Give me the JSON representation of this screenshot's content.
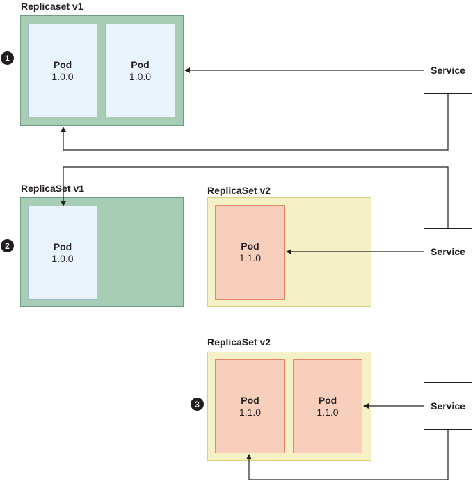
{
  "stage1": {
    "step": "1",
    "replicaset_label": "Replicaset v1",
    "pods": [
      {
        "title": "Pod",
        "version": "1.0.0"
      },
      {
        "title": "Pod",
        "version": "1.0.0"
      }
    ],
    "service": "Service"
  },
  "stage2": {
    "step": "2",
    "replicaset_v1_label": "ReplicaSet v1",
    "replicaset_v2_label": "ReplicaSet v2",
    "pod_v1": {
      "title": "Pod",
      "version": "1.0.0"
    },
    "pod_v2": {
      "title": "Pod",
      "version": "1.1.0"
    },
    "service": "Service"
  },
  "stage3": {
    "step": "3",
    "replicaset_label": "ReplicaSet v2",
    "pods": [
      {
        "title": "Pod",
        "version": "1.1.0"
      },
      {
        "title": "Pod",
        "version": "1.1.0"
      }
    ],
    "service": "Service"
  },
  "colors": {
    "replicaset_v1_fill": "#a8cdb5",
    "replicaset_v2_fill": "#f5f0c6",
    "pod_v1_fill": "#e8f3fc",
    "pod_v2_fill": "#f8cfbd",
    "line": "#231f20"
  }
}
